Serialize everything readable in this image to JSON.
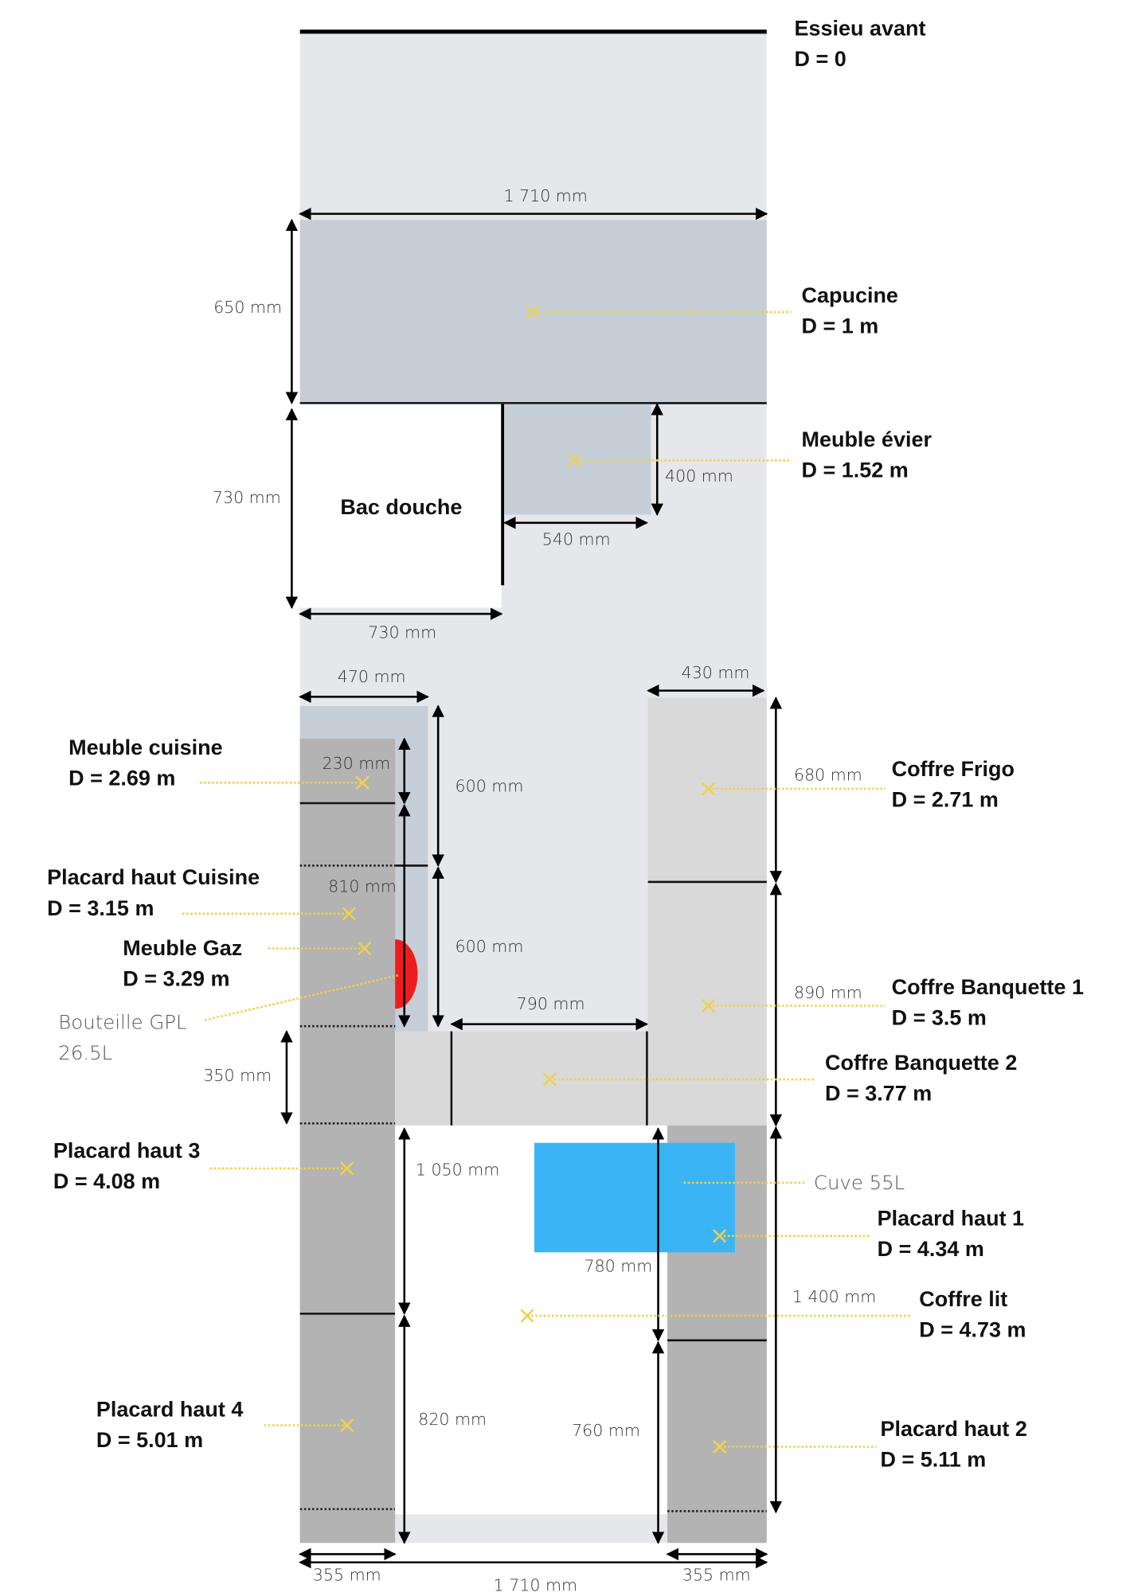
{
  "colors": {
    "body": "#e5e7ea",
    "blue_gray": "#c6cfd8",
    "light_gray": "#d9d9d9",
    "dark_gray": "#b3b3b3",
    "tank": "#3bb4f5",
    "gas": "#ee1c1c",
    "marker": "#f0d14a"
  },
  "labels": {
    "essieu": {
      "name": "Essieu avant",
      "d": "D = 0"
    },
    "capucine": {
      "name": "Capucine",
      "d": "D = 1 m"
    },
    "evier": {
      "name": "Meuble évier",
      "d": "D = 1.52 m"
    },
    "bac_douche": "Bac douche",
    "meuble_cuisine": {
      "name": "Meuble cuisine",
      "d": "D = 2.69 m"
    },
    "placard_cuisine": {
      "name": "Placard haut Cuisine",
      "d": "D = 3.15 m"
    },
    "meuble_gaz": {
      "name": "Meuble Gaz",
      "d": "D = 3.29 m"
    },
    "gpl": {
      "line1": "Bouteille GPL",
      "line2": "26.5L"
    },
    "coffre_frigo": {
      "name": "Coffre Frigo",
      "d": "D = 2.71 m"
    },
    "banquette1": {
      "name": "Coffre Banquette 1",
      "d": "D = 3.5 m"
    },
    "banquette2": {
      "name": "Coffre Banquette 2",
      "d": "D = 3.77 m"
    },
    "placard3": {
      "name": "Placard haut 3",
      "d": "D = 4.08 m"
    },
    "cuve": "Cuve 55L",
    "placard1": {
      "name": "Placard haut 1",
      "d": "D = 4.34 m"
    },
    "coffre_lit": {
      "name": "Coffre lit",
      "d": "D = 4.73 m"
    },
    "placard4": {
      "name": "Placard haut 4",
      "d": "D = 5.01 m"
    },
    "placard2": {
      "name": "Placard haut 2",
      "d": "D = 5.11 m"
    }
  },
  "dims": {
    "width_top": "1 710 mm",
    "capucine_h": "650 mm",
    "douche_h": "730 mm",
    "douche_w": "730 mm",
    "evier_h": "400 mm",
    "evier_w": "540 mm",
    "cuisine_w": "470 mm",
    "frigo_w": "430 mm",
    "d230": "230 mm",
    "d810": "810 mm",
    "d600a": "600 mm",
    "d600b": "600 mm",
    "d680": "680 mm",
    "d890": "890 mm",
    "d790": "790 mm",
    "d350": "350 mm",
    "d1050": "1 050 mm",
    "d780": "780 mm",
    "d1400": "1 400 mm",
    "d820": "820 mm",
    "d760": "760 mm",
    "bl355": "355 mm",
    "br355": "355 mm",
    "width_bottom": "1 710 mm"
  }
}
